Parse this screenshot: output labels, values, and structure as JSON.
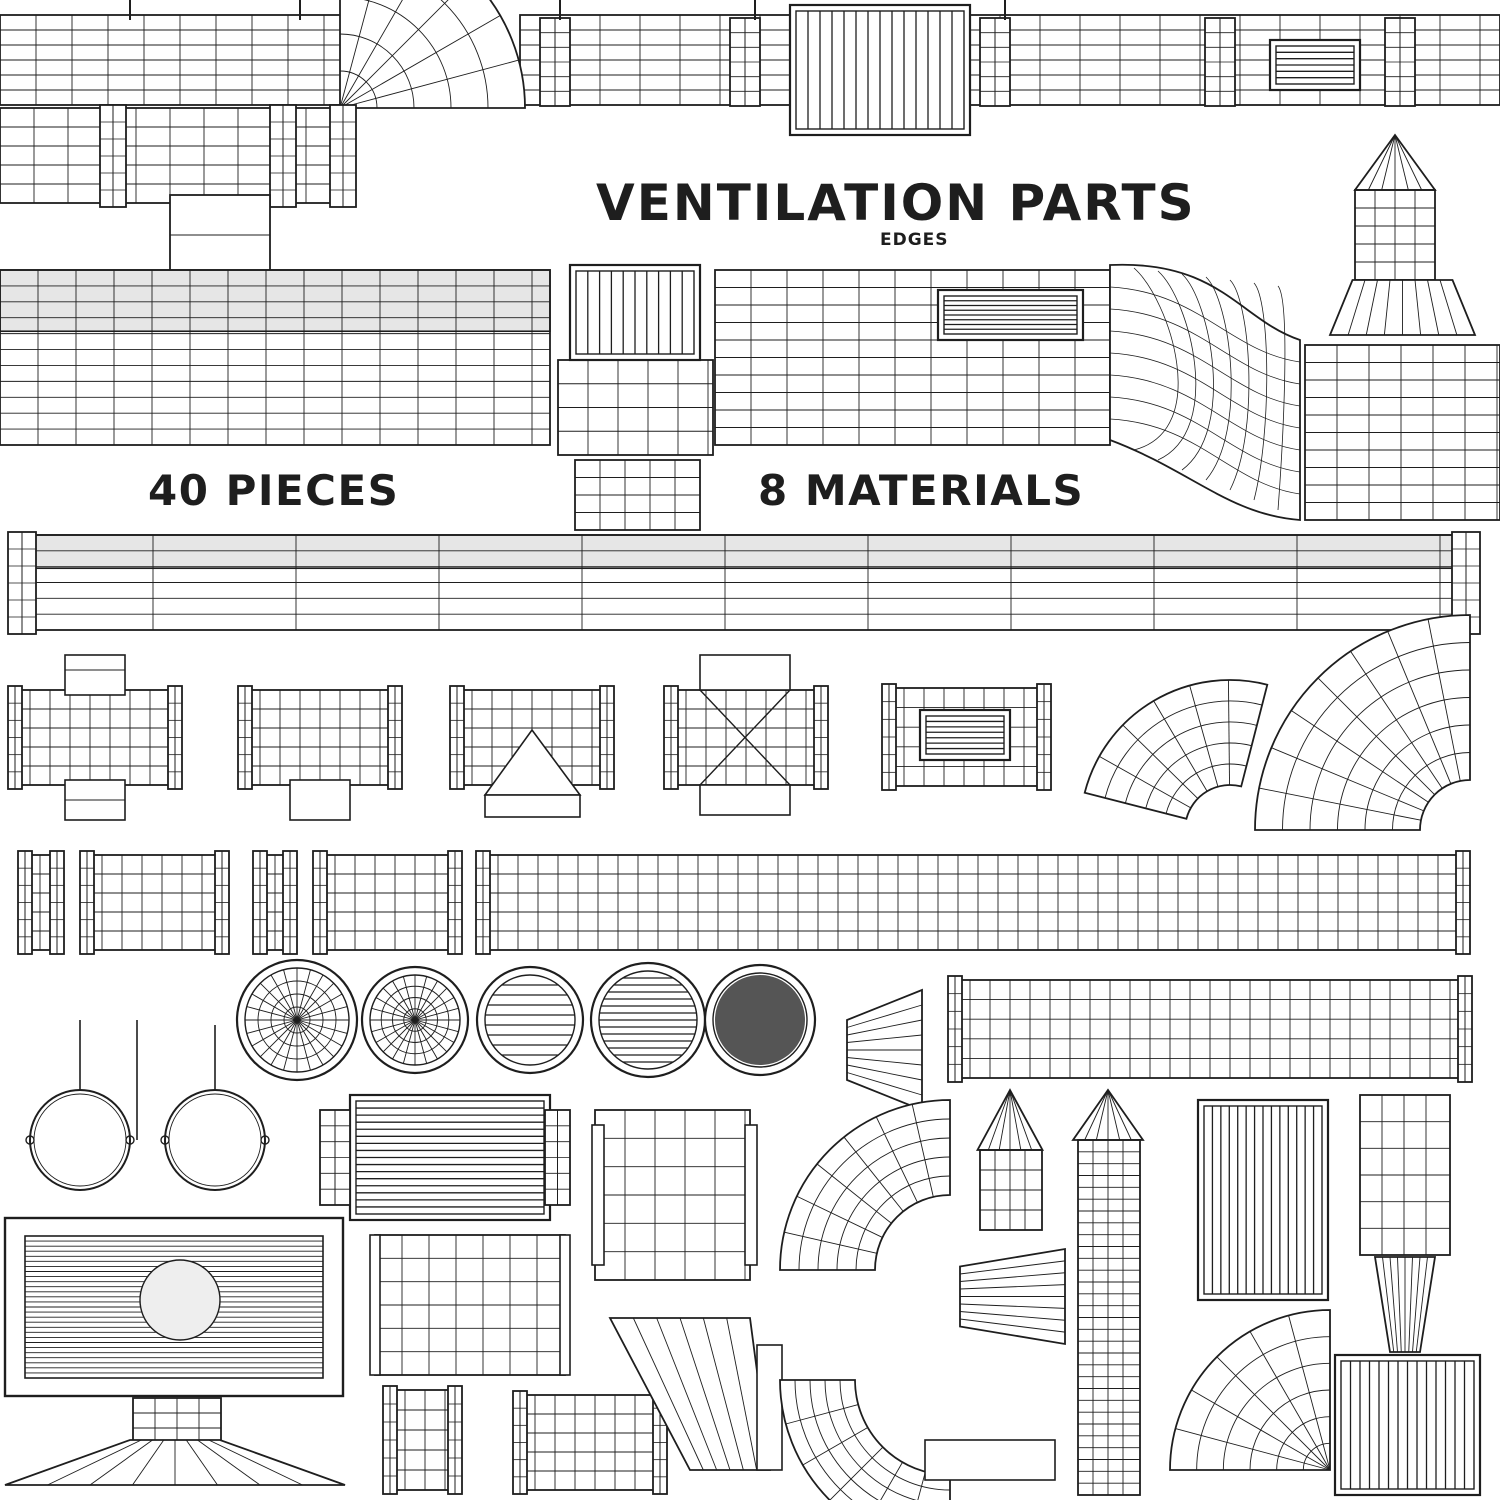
{
  "title": "VENTILATION PARTS",
  "subtitle": "EDGES",
  "stats": {
    "pieces": "40 PIECES",
    "materials": "8 MATERIALS"
  },
  "colors": {
    "background": "#ffffff",
    "wire": "#1e1e1e",
    "shade": "#e6e6e6"
  }
}
